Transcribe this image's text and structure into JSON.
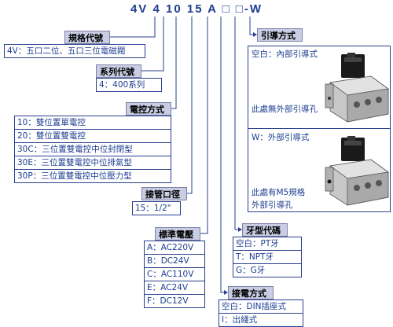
{
  "model_code": "4V 4 10 15 A □ □-W",
  "spec": {
    "title": "規格代號",
    "items": [
      "4V：五口二位、五口三位電磁閥"
    ]
  },
  "series": {
    "title": "系列代號",
    "items": [
      "4：400系列"
    ]
  },
  "control": {
    "title": "電控方式",
    "items": [
      "10：雙位置單電控",
      "20：雙位置雙電控",
      "30C：三位置雙電控中位封閉型",
      "30E：三位置雙電控中位排氣型",
      "30P：三位置雙電控中位壓力型"
    ]
  },
  "port": {
    "title": "接管口徑",
    "items": [
      "15：1/2\""
    ]
  },
  "voltage": {
    "title": "標準電壓",
    "items": [
      "A：AC220V",
      "B：DC24V",
      "C：AC110V",
      "E：AC24V",
      "F：DC12V"
    ]
  },
  "thread": {
    "title": "牙型代碼",
    "items": [
      "空白：PT牙",
      "T：NPT牙",
      "G：G牙"
    ]
  },
  "wiring": {
    "title": "接電方式",
    "items": [
      "空白：DIN插座式",
      "I：出綫式"
    ]
  },
  "pilot": {
    "title": "引導方式",
    "internal_label": "空白：內部引導式",
    "internal_note": "此處無外部引導孔",
    "external_label": "W：外部引導式",
    "external_note_1": "此處有M5規格",
    "external_note_2": "外部引導孔"
  },
  "colors": {
    "text_blue": "#1c3d91",
    "line_blue": "#2a3f8f",
    "tag_fill": "#c9cde3"
  }
}
